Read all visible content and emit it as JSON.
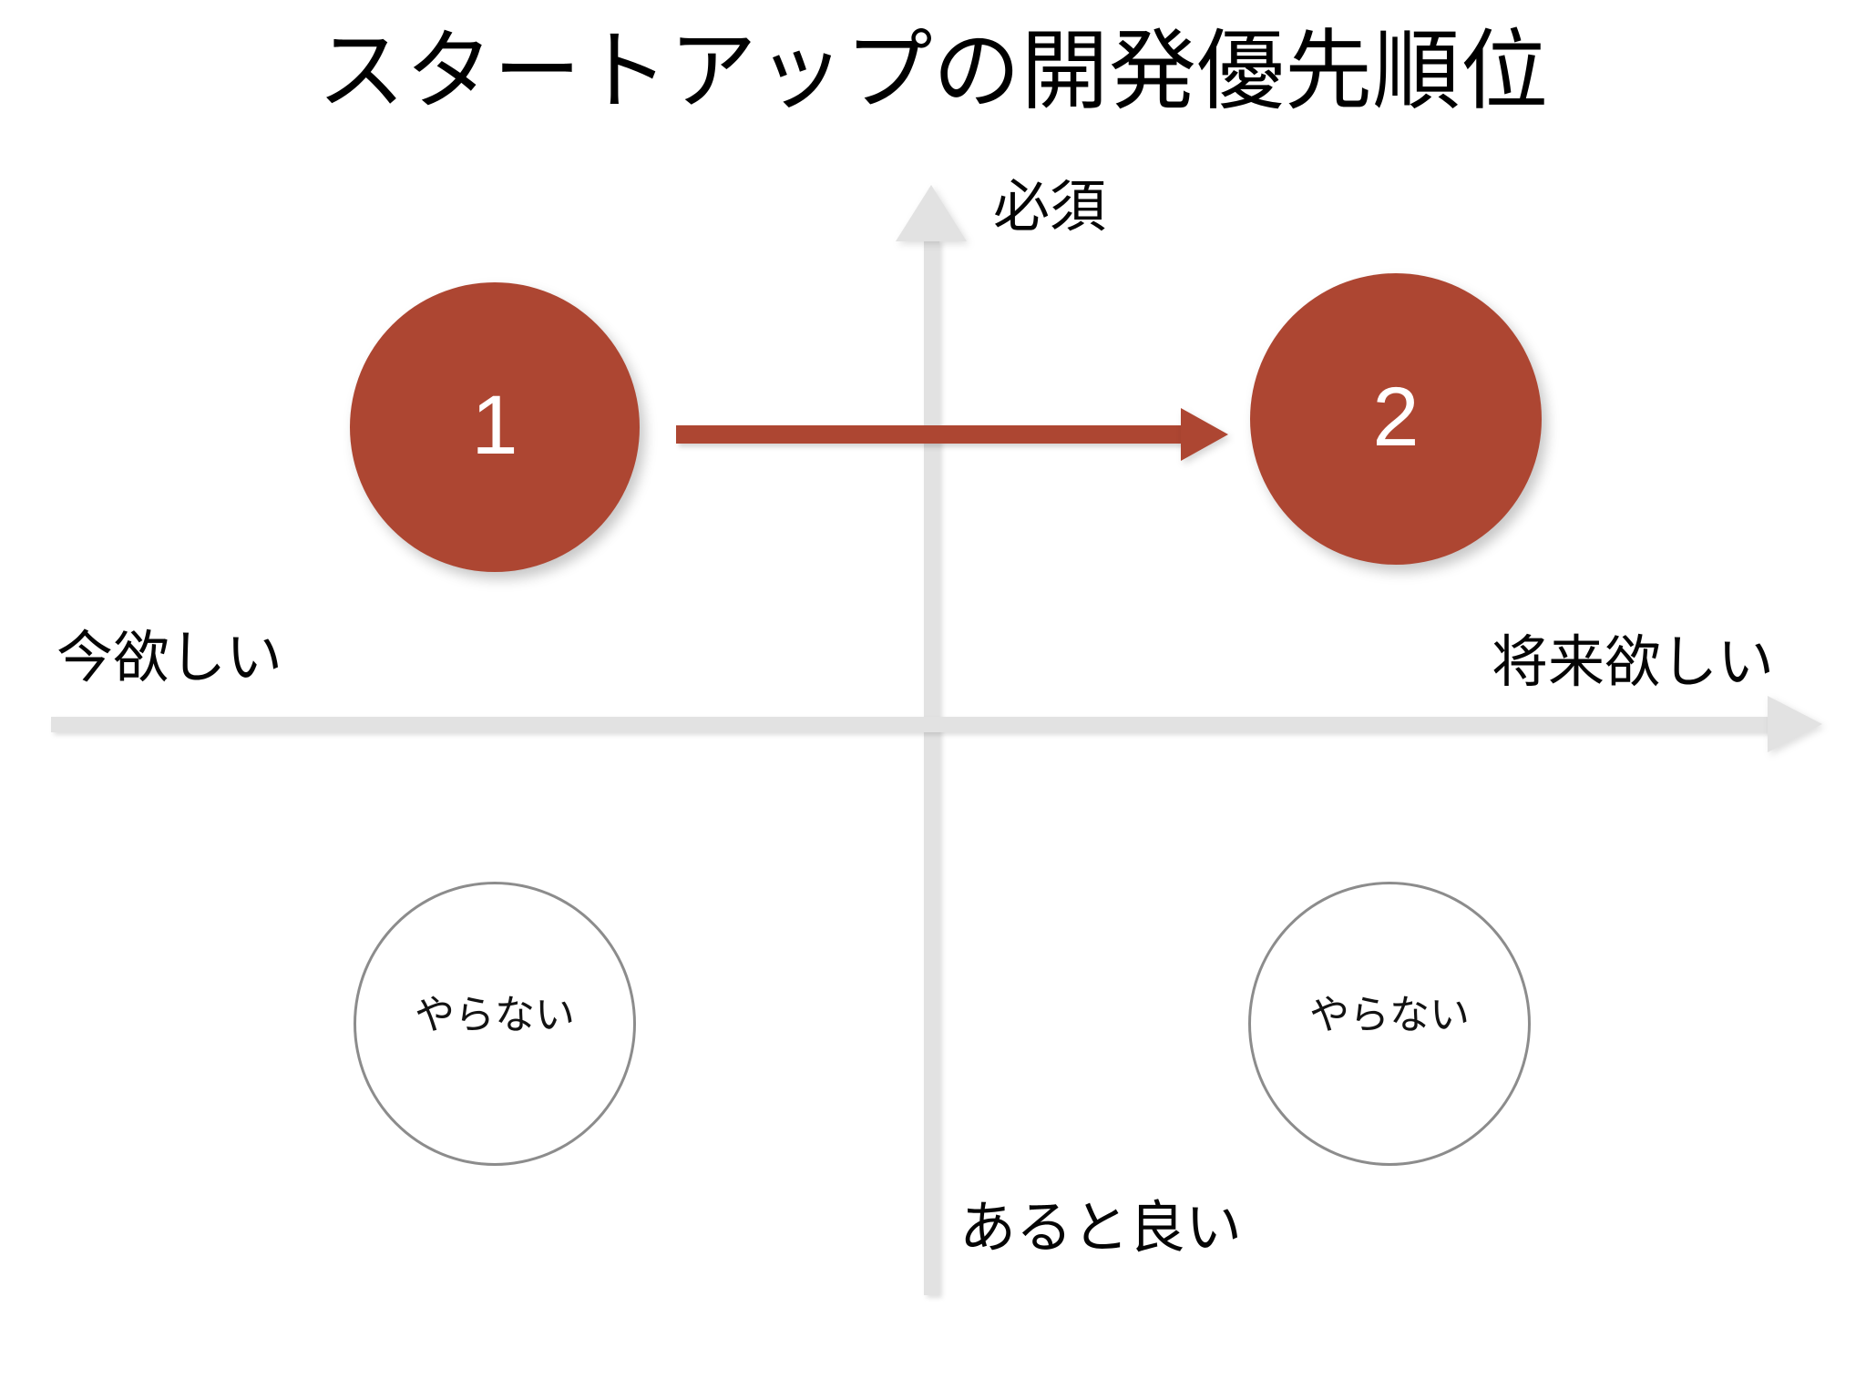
{
  "slide": {
    "title": "スタートアップの開発優先順位",
    "background_color": "#ffffff"
  },
  "colors": {
    "accent_red": "#ad4632",
    "axis_gray": "#e2e2e2",
    "outline_gray": "#8c8c8c",
    "text_black": "#050505",
    "number_white": "#ffffff"
  },
  "axes": {
    "vertical": {
      "top_label": "必須",
      "bottom_label": "あると良い"
    },
    "horizontal": {
      "left_label": "今欲しい",
      "right_label": "将来欲しい"
    }
  },
  "items": {
    "priority_circles": [
      {
        "label": "1",
        "quadrant": "upper-left"
      },
      {
        "label": "2",
        "quadrant": "upper-right"
      }
    ],
    "skip_circles": [
      {
        "label": "やらない",
        "quadrant": "lower-left"
      },
      {
        "label": "やらない",
        "quadrant": "lower-right"
      }
    ],
    "flow_arrow": {
      "from": "1",
      "to": "2",
      "direction": "right"
    }
  },
  "chart_data": {
    "type": "scatter",
    "title": "スタートアップの開発優先順位",
    "xlabel": "",
    "ylabel": "",
    "x_axis_low_label": "今欲しい",
    "x_axis_high_label": "将来欲しい",
    "y_axis_high_label": "必須",
    "y_axis_low_label": "あると良い",
    "grid": false,
    "legend": "none",
    "points": [
      {
        "label": "1",
        "x": -0.62,
        "y": 0.62,
        "style": "filled",
        "color": "#ad4632"
      },
      {
        "label": "2",
        "x": 0.62,
        "y": 0.64,
        "style": "filled",
        "color": "#ad4632"
      },
      {
        "label": "やらない",
        "x": -0.62,
        "y": -0.4,
        "style": "outline",
        "color": "#8c8c8c"
      },
      {
        "label": "やらない",
        "x": 0.62,
        "y": -0.4,
        "style": "outline",
        "color": "#8c8c8c"
      }
    ],
    "annotations": [
      {
        "type": "arrow",
        "from": "1",
        "to": "2",
        "color": "#ad4632"
      }
    ]
  }
}
